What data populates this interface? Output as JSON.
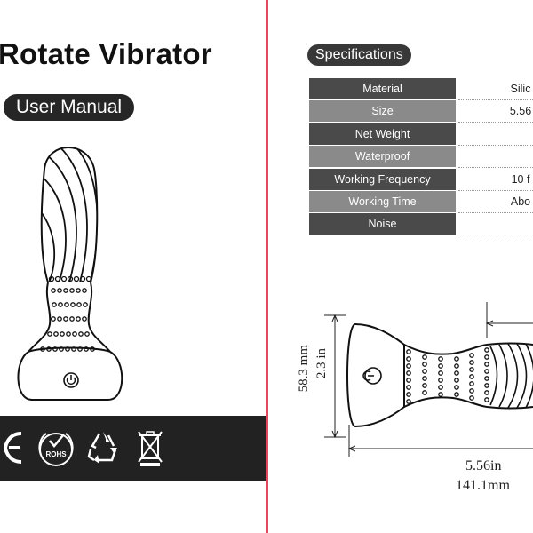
{
  "left_page": {
    "title": "Rotate Vibrator",
    "subtitle": "User Manual",
    "certifications": [
      {
        "name": "CE",
        "icon": "ce-mark-icon"
      },
      {
        "name": "ROHS",
        "icon": "rohs-icon"
      },
      {
        "name": "Recycle",
        "icon": "recycle-icon"
      },
      {
        "name": "WEEE",
        "icon": "weee-bin-icon"
      }
    ],
    "rohs_label": "ROHS"
  },
  "right_page": {
    "section_title": "Specifications",
    "specs": [
      {
        "label": "Material",
        "value": "Silic"
      },
      {
        "label": "Size",
        "value": "5.56"
      },
      {
        "label": "Net Weight",
        "value": ""
      },
      {
        "label": "Waterproof",
        "value": ""
      },
      {
        "label": "Working Frequency",
        "value": "10 f"
      },
      {
        "label": "Working Time",
        "value": "Abo"
      },
      {
        "label": "Noise",
        "value": ""
      }
    ],
    "dimensions": {
      "height_in": "2.3 in",
      "height_mm": "58.3 mm",
      "length_in": "5.56in",
      "length_mm": "141.1mm"
    }
  },
  "colors": {
    "divider": "#e04a5f",
    "dark_bar": "#222222",
    "spec_dark": "#4a4a4a",
    "spec_light": "#8a8a8a"
  }
}
